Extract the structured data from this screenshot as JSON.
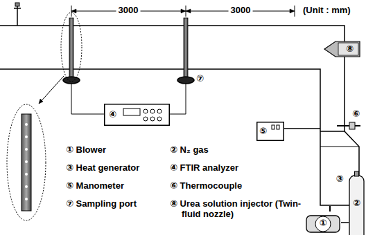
{
  "diagram": {
    "nodes": [
      {
        "text": [
          "⑧"
        ]
      },
      {
        "text": [
          "④"
        ]
      },
      {
        "text": [
          "⑤"
        ]
      },
      {
        "text": [
          "③"
        ]
      },
      {
        "text": [
          "②"
        ]
      },
      {
        "text": [
          "①"
        ]
      }
    ],
    "edges": [
      {
        "from": 5,
        "to": 3,
        "arrow": "none"
      }
    ],
    "labels": [
      "3000",
      "3000",
      "(Unit : mm)",
      "⑦",
      "⑥",
      "① Blower",
      "② N₂ gas",
      "③ Heat generator",
      "④ FTIR analyzer",
      "⑤ Manometer",
      "⑥ Thermocouple",
      "⑦ Sampling port",
      "⑧ Urea solution injector (Twin-fluid nozzle)"
    ]
  }
}
